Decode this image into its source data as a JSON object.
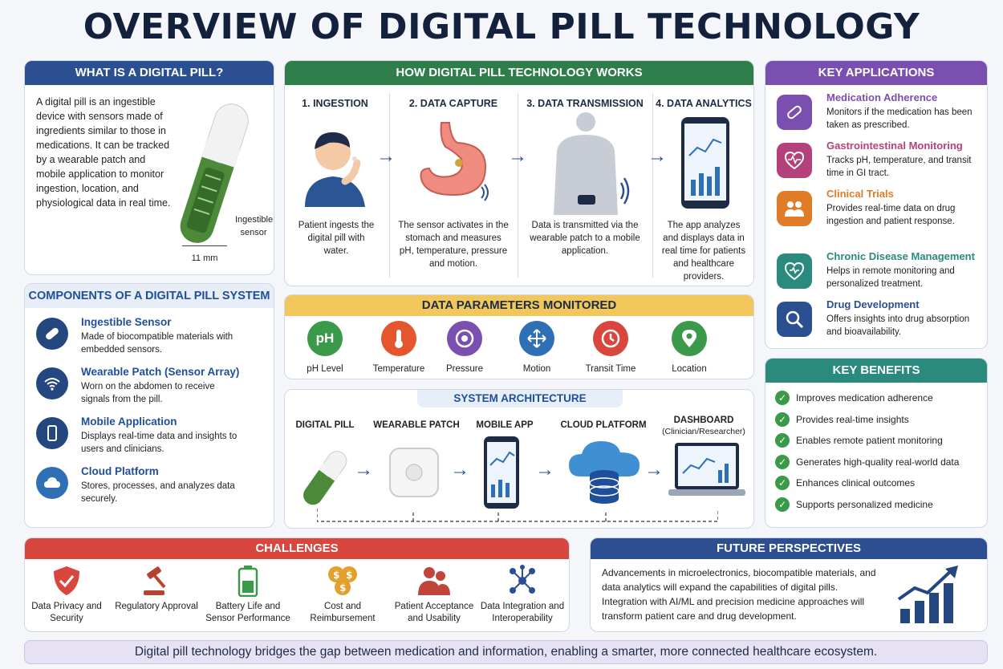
{
  "title": "OVERVIEW OF DIGITAL PILL TECHNOLOGY",
  "what": {
    "heading": "WHAT IS A DIGITAL PILL?",
    "text": "A digital pill is an ingestible device with sensors made of ingredients similar to those in medications. It can be tracked by a wearable patch and mobile application to monitor ingestion, location, and physiological data in real time.",
    "sensor_label": "Ingestible sensor",
    "size_label": "11 mm"
  },
  "components": {
    "heading": "COMPONENTS OF A DIGITAL PILL SYSTEM",
    "items": [
      {
        "title": "Ingestible Sensor",
        "desc": "Made of biocompatible materials with embedded sensors."
      },
      {
        "title": "Wearable Patch (Sensor Array)",
        "desc": "Worn on the abdomen to receive signals from the pill."
      },
      {
        "title": "Mobile Application",
        "desc": "Displays real-time data and insights to users and clinicians."
      },
      {
        "title": "Cloud Platform",
        "desc": "Stores, processes, and analyzes data securely."
      }
    ]
  },
  "how": {
    "heading": "HOW DIGITAL PILL TECHNOLOGY WORKS",
    "steps": [
      {
        "title": "1. INGESTION",
        "desc": "Patient ingests the digital pill with water."
      },
      {
        "title": "2. DATA CAPTURE",
        "desc": "The sensor activates in the stomach and measures pH, temperature, pressure and motion."
      },
      {
        "title": "3. DATA TRANSMISSION",
        "desc": "Data is transmitted via the wearable patch to a mobile application."
      },
      {
        "title": "4. DATA ANALYTICS",
        "desc": "The app analyzes and displays data in real time for patients and healthcare providers."
      }
    ]
  },
  "params": {
    "heading": "DATA PARAMETERS MONITORED",
    "items": [
      {
        "label": "pH Level",
        "color": "#3a9a4a"
      },
      {
        "label": "Temperature",
        "color": "#e4572e"
      },
      {
        "label": "Pressure",
        "color": "#7a4fb0"
      },
      {
        "label": "Motion",
        "color": "#2f6fb5"
      },
      {
        "label": "Transit Time",
        "color": "#d9463e"
      },
      {
        "label": "Location",
        "color": "#3a9a4a"
      }
    ],
    "ph_symbol": "pH"
  },
  "arch": {
    "heading": "SYSTEM ARCHITECTURE",
    "nodes": [
      {
        "label": "DIGITAL PILL"
      },
      {
        "label": "WEARABLE PATCH"
      },
      {
        "label": "MOBILE APP"
      },
      {
        "label": "CLOUD PLATFORM"
      },
      {
        "label": "DASHBOARD"
      }
    ],
    "dashboard_sub": "(Clinician/Researcher)"
  },
  "apps": {
    "heading": "KEY APPLICATIONS",
    "items": [
      {
        "title": "Medication Adherence",
        "desc": "Monitors if the medication has been taken as prescribed.",
        "color": "#7a4fb0"
      },
      {
        "title": "Gastrointestinal Monitoring",
        "desc": "Tracks pH, temperature, and transit time in GI tract.",
        "color": "#b4427a"
      },
      {
        "title": "Clinical Trials",
        "desc": "Provides real-time data on drug ingestion and patient response.",
        "color": "#e07b28"
      },
      {
        "title": "Chronic Disease Management",
        "desc": "Helps in remote monitoring and personalized treatment.",
        "color": "#2b8a7e"
      },
      {
        "title": "Drug Development",
        "desc": "Offers insights into drug absorption and bioavailability.",
        "color": "#2b4f91"
      }
    ]
  },
  "benefits": {
    "heading": "KEY BENEFITS",
    "items": [
      "Improves medication adherence",
      "Provides real-time insights",
      "Enables remote patient monitoring",
      "Generates high-quality real-world data",
      "Enhances clinical outcomes",
      "Supports personalized medicine"
    ]
  },
  "challenges": {
    "heading": "CHALLENGES",
    "items": [
      {
        "label": "Data Privacy and Security"
      },
      {
        "label": "Regulatory Approval"
      },
      {
        "label": "Battery Life and Sensor Performance"
      },
      {
        "label": "Cost and Reimbursement"
      },
      {
        "label": "Patient Acceptance and Usability"
      },
      {
        "label": "Data Integration and Interoperability"
      }
    ]
  },
  "future": {
    "heading": "FUTURE PERSPECTIVES",
    "text": "Advancements in microelectronics, biocompatible materials, and data analytics will expand the capabilities of digital pills. Integration with AI/ML and precision medicine approaches will transform patient care and drug development."
  },
  "footer": "Digital pill technology bridges the gap between medication and information, enabling a smarter, more connected healthcare ecosystem."
}
